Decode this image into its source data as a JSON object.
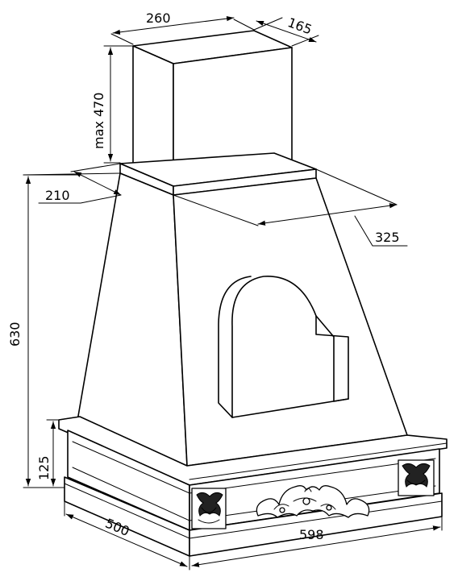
{
  "dimensions": {
    "width_top": "260",
    "depth_top": "165",
    "height_chimney": "max 470",
    "depth_mid": "210",
    "width_mid": "325",
    "height_total": "630",
    "height_base": "125",
    "depth_base": "500",
    "width_base": "598"
  }
}
